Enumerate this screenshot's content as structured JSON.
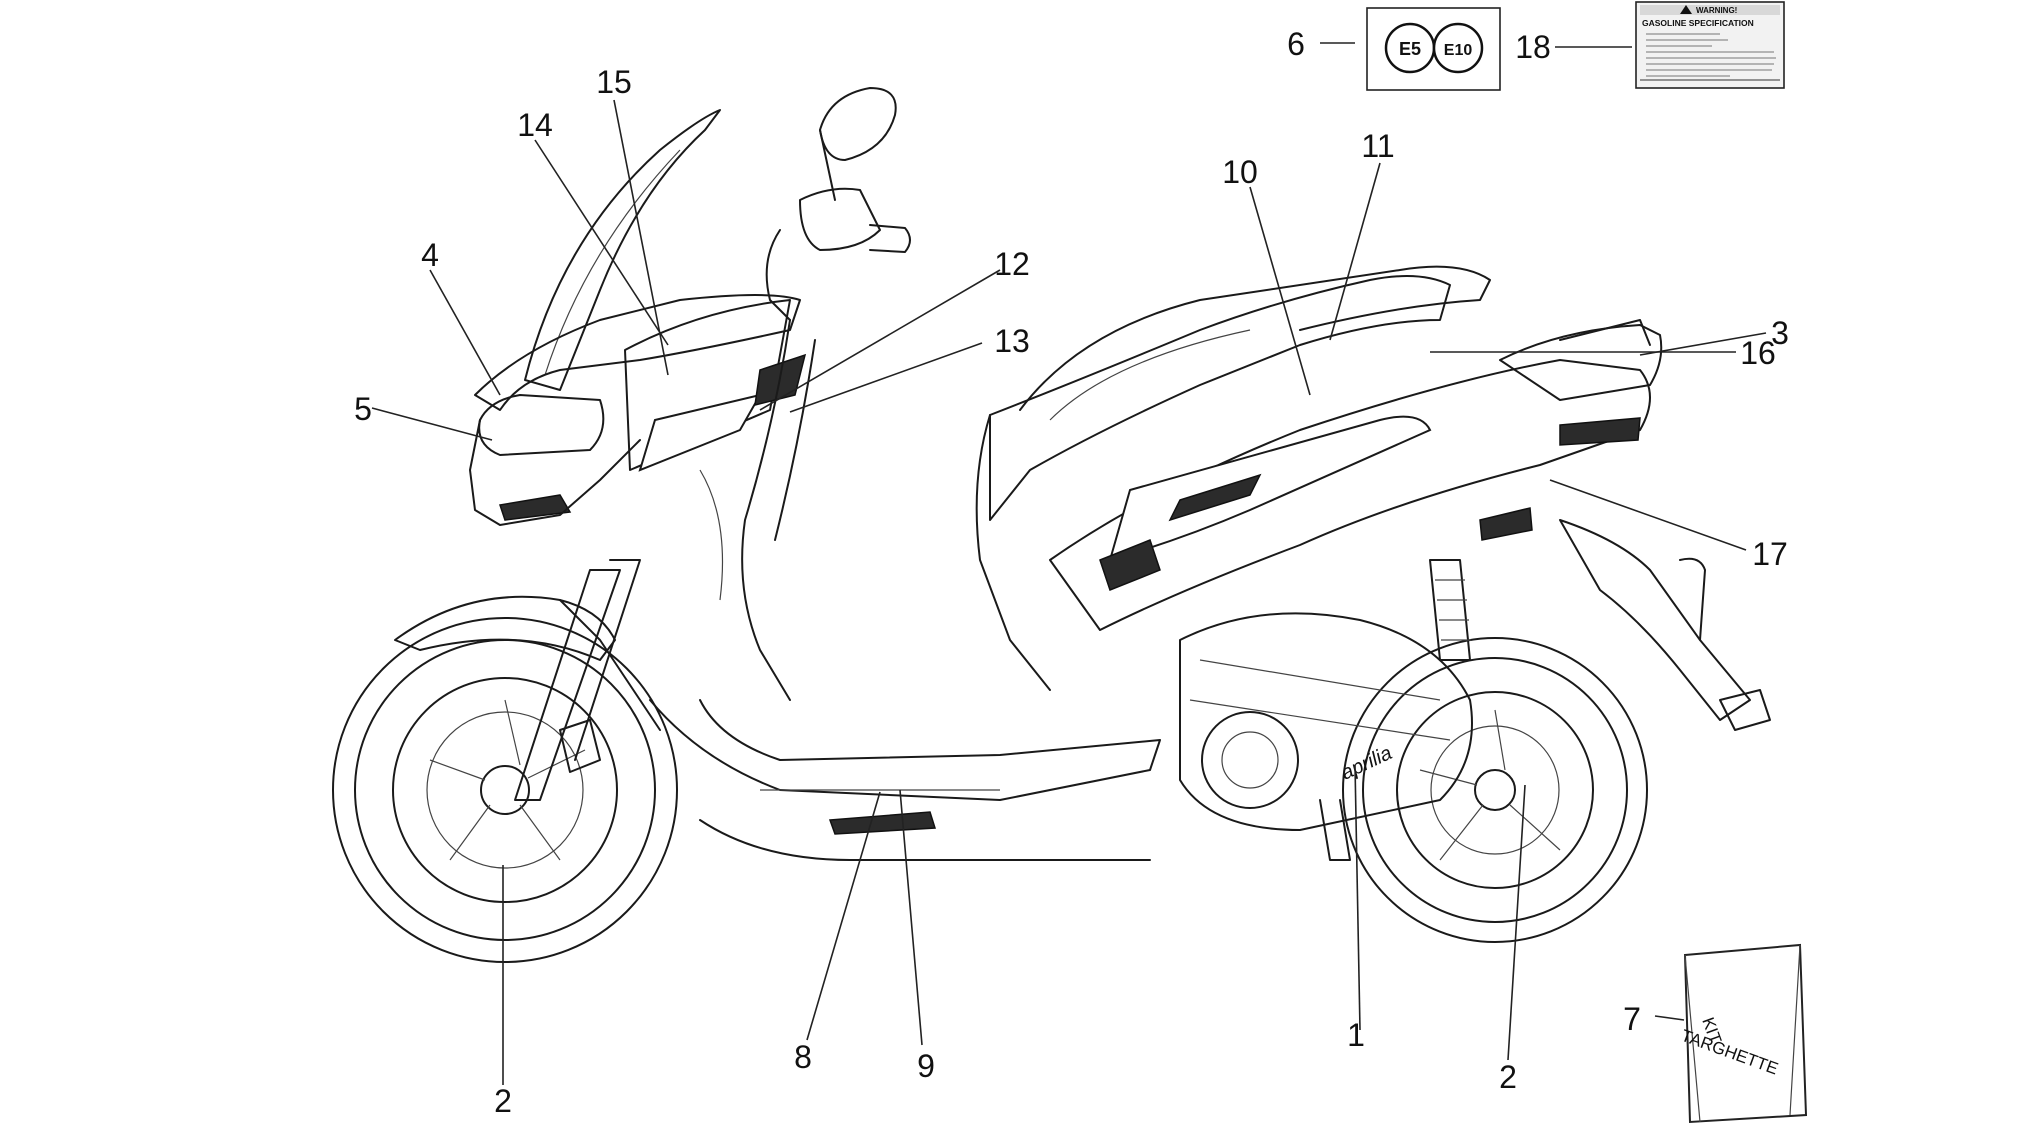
{
  "callouts": [
    {
      "id": "c1",
      "label": "1"
    },
    {
      "id": "c2a",
      "label": "2"
    },
    {
      "id": "c2b",
      "label": "2"
    },
    {
      "id": "c3",
      "label": "3"
    },
    {
      "id": "c4",
      "label": "4"
    },
    {
      "id": "c5",
      "label": "5"
    },
    {
      "id": "c6",
      "label": "6"
    },
    {
      "id": "c7",
      "label": "7"
    },
    {
      "id": "c8",
      "label": "8"
    },
    {
      "id": "c9",
      "label": "9"
    },
    {
      "id": "c10",
      "label": "10"
    },
    {
      "id": "c11",
      "label": "11"
    },
    {
      "id": "c12",
      "label": "12"
    },
    {
      "id": "c13",
      "label": "13"
    },
    {
      "id": "c14",
      "label": "14"
    },
    {
      "id": "c15",
      "label": "15"
    },
    {
      "id": "c16",
      "label": "16"
    },
    {
      "id": "c17",
      "label": "17"
    },
    {
      "id": "c18",
      "label": "18"
    }
  ],
  "fuel_badges": [
    "E5",
    "E10"
  ],
  "warning_label": {
    "heading": "WARNING!",
    "subheading": "GASOLINE SPECIFICATION"
  },
  "kit_bag": {
    "line1": "KIT",
    "line2": "TARGHETTE"
  },
  "brand_mark": "aprilia"
}
